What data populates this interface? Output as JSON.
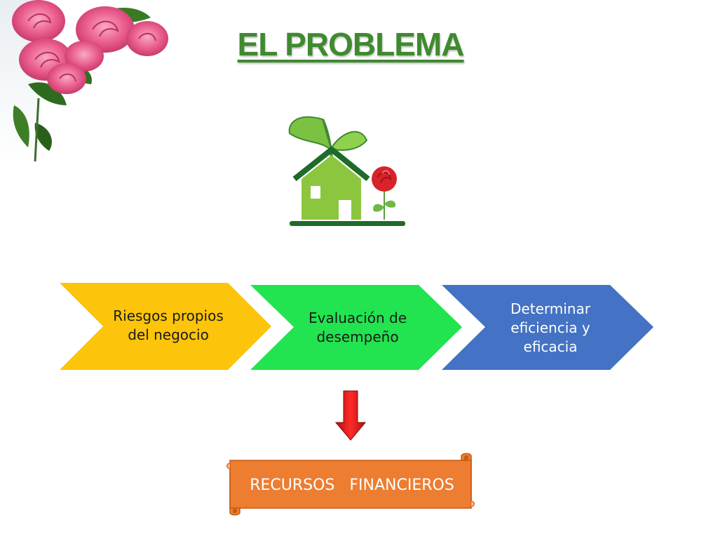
{
  "slide": {
    "title": "EL PROBLEMA"
  },
  "process": {
    "steps": [
      {
        "label": "Riesgos propios del negocio",
        "color": "#fcc40a"
      },
      {
        "label": "Evaluación de desempeño",
        "color": "#22e350"
      },
      {
        "label": "Determinar eficiencia y eficacia",
        "color": "#4472c4"
      }
    ]
  },
  "arrow": {
    "direction": "down",
    "color": "#ee1c1c"
  },
  "result": {
    "label": "RECURSOS   FINANCIEROS",
    "color": "#ed7d31"
  },
  "icons": {
    "decoration": "pink-roses-icon",
    "illustration": "green-house-with-rose-icon"
  }
}
